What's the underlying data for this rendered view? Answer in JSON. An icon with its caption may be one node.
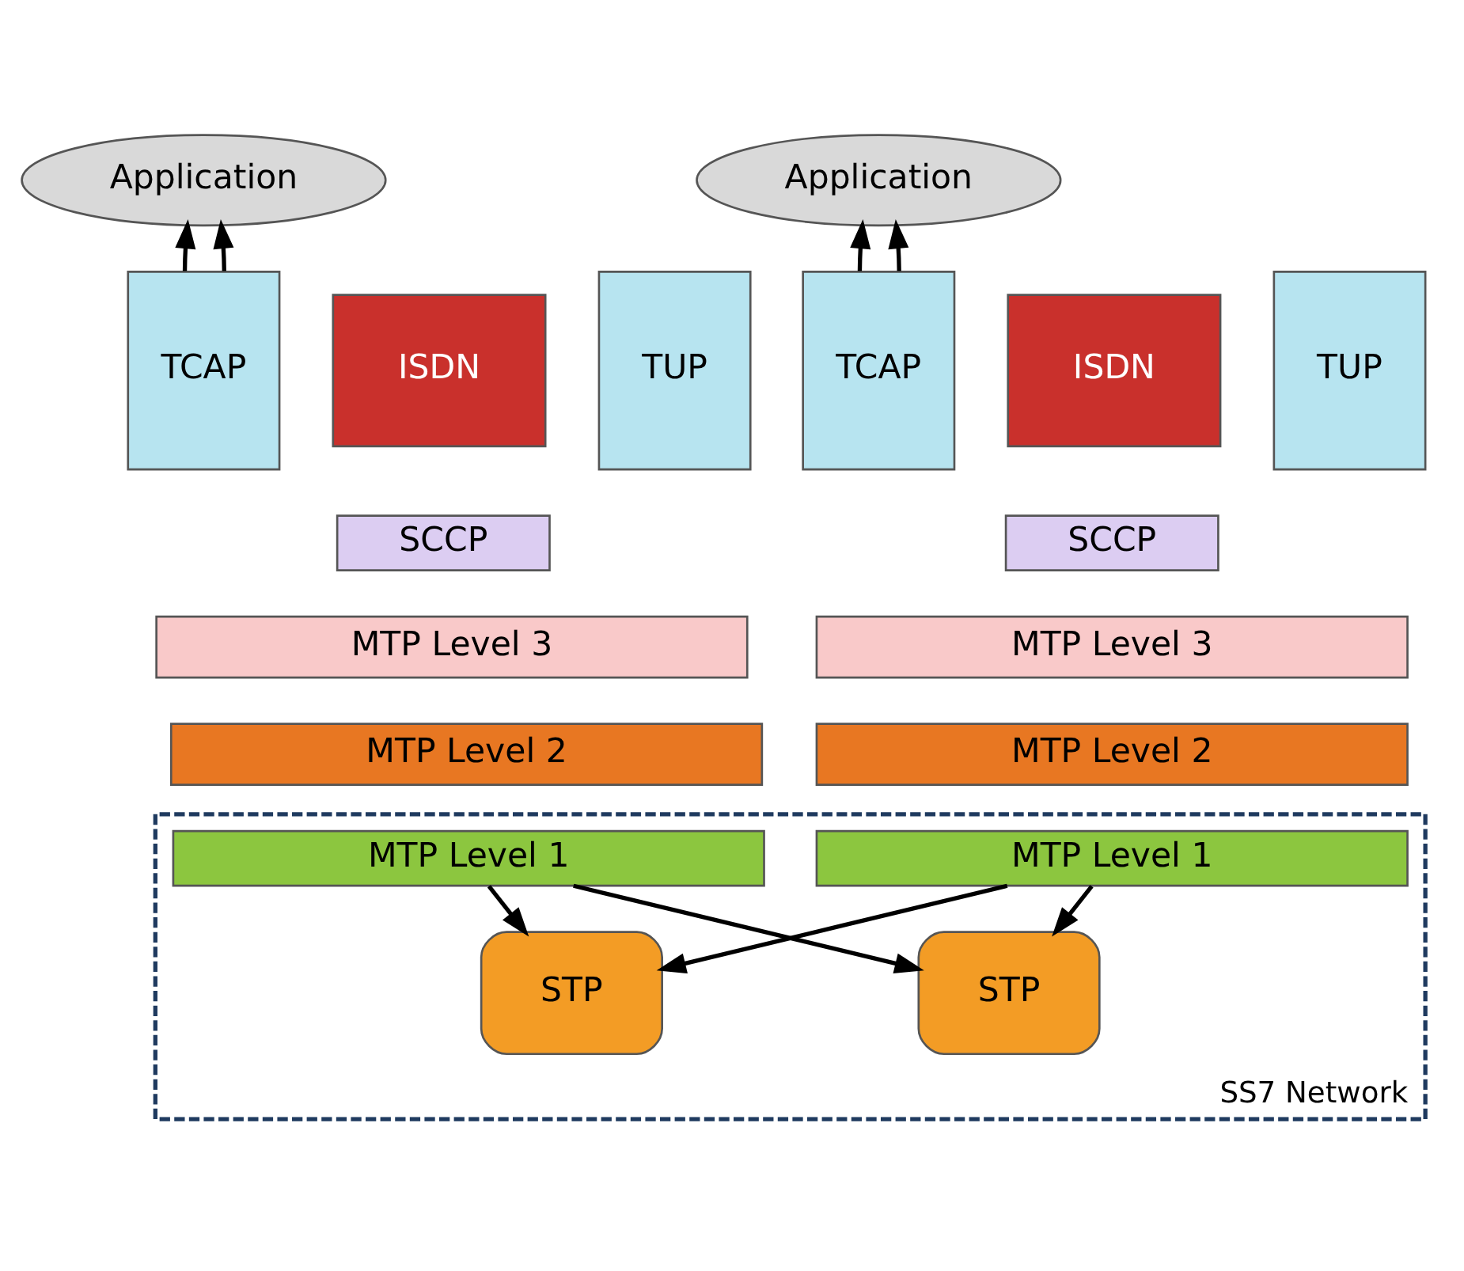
{
  "diagram": {
    "nodes": [
      {
        "text": [
          "Application"
        ]
      },
      {
        "text": [
          "TCAP"
        ]
      },
      {
        "text": [
          "ISDN"
        ]
      },
      {
        "text": [
          "TUP"
        ]
      },
      {
        "text": [
          "SCCP"
        ]
      },
      {
        "text": [
          "MTP Level 3"
        ]
      },
      {
        "text": [
          "MTP Level 2"
        ]
      },
      {
        "text": [
          "Application"
        ]
      },
      {
        "text": [
          "TCAP"
        ]
      },
      {
        "text": [
          "ISDN"
        ]
      },
      {
        "text": [
          "TUP"
        ]
      },
      {
        "text": [
          "SCCP"
        ]
      },
      {
        "text": [
          "MTP Level 3"
        ]
      },
      {
        "text": [
          "MTP Level 2"
        ]
      },
      {
        "text": [
          "SS7 Network"
        ]
      },
      {
        "text": [
          "MTP Level 1"
        ],
        "in": 14
      },
      {
        "text": [
          "MTP Level 1"
        ],
        "in": 14
      },
      {
        "text": [
          "STP"
        ],
        "in": 14
      },
      {
        "text": [
          "STP"
        ],
        "in": 14
      }
    ],
    "edges": [
      {
        "from": 1,
        "to": 0,
        "arrow": "to"
      },
      {
        "from": 1,
        "to": 0,
        "arrow": "to"
      },
      {
        "from": 8,
        "to": 7,
        "arrow": "to"
      },
      {
        "from": 8,
        "to": 7,
        "arrow": "to"
      },
      {
        "from": 15,
        "to": 17,
        "arrow": "to"
      },
      {
        "from": 16,
        "to": 17,
        "arrow": "to"
      },
      {
        "from": 15,
        "to": 18,
        "arrow": "to"
      },
      {
        "from": 16,
        "to": 18,
        "arrow": "to"
      }
    ]
  }
}
